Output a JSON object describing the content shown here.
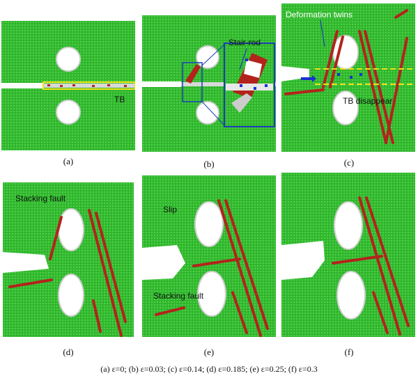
{
  "panels": [
    {
      "id": "a",
      "caption": "(a)"
    },
    {
      "id": "b",
      "caption": "(b)"
    },
    {
      "id": "c",
      "caption": "(c)"
    },
    {
      "id": "d",
      "caption": "(d)"
    },
    {
      "id": "e",
      "caption": "(e)"
    },
    {
      "id": "f",
      "caption": "(f)"
    }
  ],
  "annotations": {
    "tb": "TB",
    "stair_rod": "Stair-rod",
    "deformation_twins": "Deformation twins",
    "tb_disappear": "TB disappear",
    "stacking_fault_d": "Stacking fault",
    "slip": "Slip",
    "stacking_fault_e": "Stacking fault"
  },
  "footer": "(a) ε=0; (b) ε=0.03; (c) ε=0.14; (d) ε=0.185; (e) ε=0.25; (f) ε=0.3",
  "colors": {
    "fcc_atoms": "#2fb52c",
    "stacking_fault": "#b3231c",
    "other_atoms": "#e8e8e8",
    "bcc_atoms": "#1b2fd0",
    "twin_boundary_highlight": "#f2e21a",
    "inset_frame": "#1c3fb5"
  }
}
